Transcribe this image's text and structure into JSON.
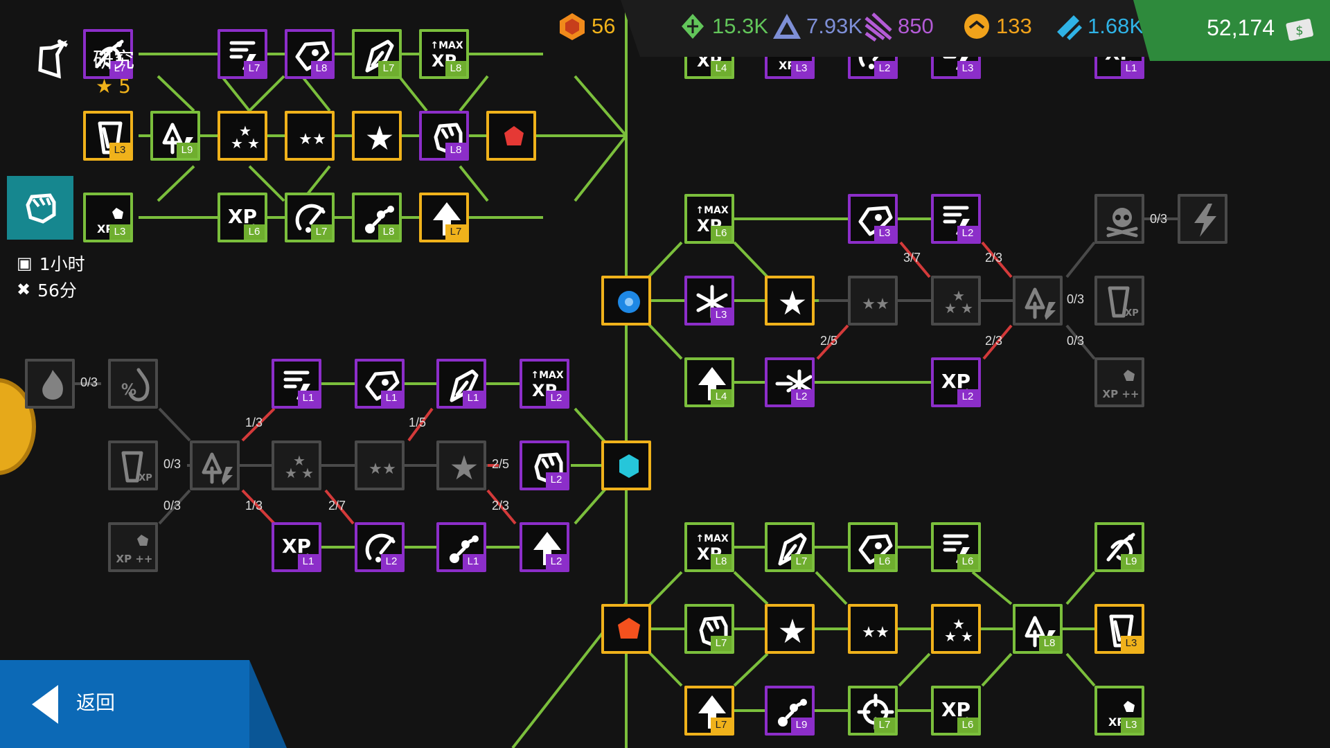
{
  "header": {
    "title": "研究",
    "stars": "5",
    "research_points": "56",
    "resources": [
      {
        "icon": "leaf-resource-icon",
        "value": "15.3K",
        "color": "#62c55a"
      },
      {
        "icon": "triangle-resource-icon",
        "value": "7.93K",
        "color": "#7e8fd6"
      },
      {
        "icon": "stripes-resource-icon",
        "value": "850",
        "color": "#b45bd6"
      },
      {
        "icon": "hand-resource-icon",
        "value": "133",
        "color": "#f0a21b"
      },
      {
        "icon": "crystal-resource-icon",
        "value": "1.68K",
        "color": "#2fb3e6"
      }
    ],
    "cash": "52,174"
  },
  "side": {
    "time1": "1小时",
    "time2": "56分",
    "back_label": "返回"
  },
  "colors": {
    "purple": "#8c2ec9",
    "green": "#7bbf3c",
    "gold": "#f0b21b",
    "locked": "#4a4a4a",
    "line": "#7bbf3c",
    "red": "#d43a3a"
  },
  "tree": {
    "nodes": [
      {
        "id": "a1",
        "icon": "snake-icon",
        "tier": "purple",
        "level": "L7"
      },
      {
        "id": "a2",
        "icon": "list-bolt-icon",
        "tier": "purple",
        "level": "L7"
      },
      {
        "id": "a3",
        "icon": "eye-icon",
        "tier": "purple",
        "level": "L8"
      },
      {
        "id": "a4",
        "icon": "pen-nib-icon",
        "tier": "green",
        "level": "L7"
      },
      {
        "id": "a5",
        "icon": "max-xp-icon",
        "tier": "green",
        "level": "L8"
      },
      {
        "id": "a6",
        "icon": "glass-icon",
        "tier": "gold",
        "level": "L3"
      },
      {
        "id": "a7",
        "icon": "tree-bolt-icon",
        "tier": "green",
        "level": "L9"
      },
      {
        "id": "a8",
        "icon": "three-stars-icon",
        "tier": "gold",
        "level": ""
      },
      {
        "id": "a9",
        "icon": "two-stars-icon",
        "tier": "gold",
        "level": ""
      },
      {
        "id": "a10",
        "icon": "one-star-icon",
        "tier": "gold",
        "level": ""
      },
      {
        "id": "a11",
        "icon": "fist-icon",
        "tier": "purple",
        "level": "L8"
      },
      {
        "id": "a12",
        "icon": "red-gem-icon",
        "tier": "gold",
        "level": ""
      },
      {
        "id": "a13",
        "icon": "xp-gem-icon",
        "tier": "green",
        "level": "L3"
      },
      {
        "id": "a14",
        "icon": "xp-plus-icon",
        "tier": "green",
        "level": "L6"
      },
      {
        "id": "a15",
        "icon": "gauge-icon",
        "tier": "green",
        "level": "L7"
      },
      {
        "id": "a16",
        "icon": "dice-icon",
        "tier": "green",
        "level": "L8"
      },
      {
        "id": "a17",
        "icon": "arrow-up-icon",
        "tier": "gold",
        "level": "L7"
      },
      {
        "id": "b1",
        "icon": "blue-gem-icon",
        "tier": "gold",
        "level": ""
      },
      {
        "id": "b2",
        "icon": "max-xp-icon",
        "tier": "green",
        "level": "L6"
      },
      {
        "id": "b3",
        "icon": "eye-icon",
        "tier": "purple",
        "level": "L3"
      },
      {
        "id": "b4",
        "icon": "list-bolt-icon",
        "tier": "purple",
        "level": "L2"
      },
      {
        "id": "b5",
        "icon": "skull-icon",
        "tier": "locked",
        "level": ""
      },
      {
        "id": "b6",
        "icon": "lightning-icon",
        "tier": "locked",
        "level": ""
      },
      {
        "id": "b7",
        "icon": "snowflake-icon",
        "tier": "purple",
        "level": "L3"
      },
      {
        "id": "b8",
        "icon": "one-star-icon",
        "tier": "gold",
        "level": ""
      },
      {
        "id": "b9",
        "icon": "two-stars-icon",
        "tier": "locked",
        "level": ""
      },
      {
        "id": "b10",
        "icon": "three-stars-icon",
        "tier": "locked",
        "level": ""
      },
      {
        "id": "b11",
        "icon": "tree-bolt-icon",
        "tier": "locked",
        "level": ""
      },
      {
        "id": "b12",
        "icon": "glass-xp-icon",
        "tier": "locked",
        "level": ""
      },
      {
        "id": "b13",
        "icon": "arrow-up-icon",
        "tier": "green",
        "level": "L4"
      },
      {
        "id": "b14",
        "icon": "frost-arrow-icon",
        "tier": "purple",
        "level": "L2"
      },
      {
        "id": "b15",
        "icon": "xp-plus-icon",
        "tier": "purple",
        "level": "L2"
      },
      {
        "id": "b16",
        "icon": "xp-plusplus-icon",
        "tier": "locked",
        "level": ""
      },
      {
        "id": "c1",
        "icon": "flame-icon",
        "tier": "locked",
        "level": ""
      },
      {
        "id": "c2",
        "icon": "flame-percent-icon",
        "tier": "locked",
        "level": ""
      },
      {
        "id": "c3",
        "icon": "list-bolt-icon",
        "tier": "purple",
        "level": "L1"
      },
      {
        "id": "c4",
        "icon": "eye-icon",
        "tier": "purple",
        "level": "L1"
      },
      {
        "id": "c5",
        "icon": "pen-nib-icon",
        "tier": "purple",
        "level": "L1"
      },
      {
        "id": "c6",
        "icon": "max-xp-icon",
        "tier": "purple",
        "level": "L2"
      },
      {
        "id": "c7",
        "icon": "glass-xp-icon",
        "tier": "locked",
        "level": ""
      },
      {
        "id": "c8",
        "icon": "tree-bolt-icon",
        "tier": "locked",
        "level": ""
      },
      {
        "id": "c9",
        "icon": "three-stars-icon",
        "tier": "locked",
        "level": ""
      },
      {
        "id": "c10",
        "icon": "two-stars-icon",
        "tier": "locked",
        "level": ""
      },
      {
        "id": "c11",
        "icon": "one-star-icon",
        "tier": "locked",
        "level": ""
      },
      {
        "id": "c12",
        "icon": "fist-icon",
        "tier": "purple",
        "level": "L2"
      },
      {
        "id": "c13",
        "icon": "teal-gem-icon",
        "tier": "gold",
        "level": ""
      },
      {
        "id": "c14",
        "icon": "xp-plusplus-icon",
        "tier": "locked",
        "level": ""
      },
      {
        "id": "c15",
        "icon": "xp-plus-icon",
        "tier": "purple",
        "level": "L1"
      },
      {
        "id": "c16",
        "icon": "gauge-icon",
        "tier": "purple",
        "level": "L2"
      },
      {
        "id": "c17",
        "icon": "dice-icon",
        "tier": "purple",
        "level": "L1"
      },
      {
        "id": "c18",
        "icon": "arrow-up-icon",
        "tier": "purple",
        "level": "L2"
      },
      {
        "id": "d1",
        "icon": "orange-gem-icon",
        "tier": "gold",
        "level": ""
      },
      {
        "id": "d2",
        "icon": "max-xp-icon",
        "tier": "green",
        "level": "L8"
      },
      {
        "id": "d3",
        "icon": "pen-nib-icon",
        "tier": "green",
        "level": "L7"
      },
      {
        "id": "d4",
        "icon": "eye-icon",
        "tier": "green",
        "level": "L6"
      },
      {
        "id": "d5",
        "icon": "list-bolt-icon",
        "tier": "green",
        "level": "L6"
      },
      {
        "id": "d6",
        "icon": "snake-icon",
        "tier": "green",
        "level": "L9"
      },
      {
        "id": "d7",
        "icon": "fist-icon",
        "tier": "green",
        "level": "L7"
      },
      {
        "id": "d8",
        "icon": "one-star-icon",
        "tier": "gold",
        "level": ""
      },
      {
        "id": "d9",
        "icon": "two-stars-icon",
        "tier": "gold",
        "level": ""
      },
      {
        "id": "d10",
        "icon": "three-stars-icon",
        "tier": "gold",
        "level": ""
      },
      {
        "id": "d11",
        "icon": "tree-bolt-icon",
        "tier": "green",
        "level": "L8"
      },
      {
        "id": "d12",
        "icon": "glass-icon",
        "tier": "gold",
        "level": "L3"
      },
      {
        "id": "d13",
        "icon": "arrow-up-icon",
        "tier": "gold",
        "level": "L7"
      },
      {
        "id": "d14",
        "icon": "dice-icon",
        "tier": "purple",
        "level": "L9"
      },
      {
        "id": "d15",
        "icon": "crosshair-icon",
        "tier": "green",
        "level": "L7"
      },
      {
        "id": "d16",
        "icon": "xp-plus-icon",
        "tier": "green",
        "level": "L6"
      },
      {
        "id": "d17",
        "icon": "xp-gem-icon",
        "tier": "green",
        "level": "L3"
      },
      {
        "id": "t1",
        "icon": "max-xp-icon",
        "tier": "green",
        "level": "L4"
      },
      {
        "id": "t2",
        "icon": "xp-gem-icon",
        "tier": "purple",
        "level": "L3"
      },
      {
        "id": "t3",
        "icon": "gauge-icon",
        "tier": "purple",
        "level": "L2"
      },
      {
        "id": "t4",
        "icon": "list-bolt-icon",
        "tier": "purple",
        "level": "L3"
      },
      {
        "id": "t5",
        "icon": "xp-plus-icon",
        "tier": "purple",
        "level": "L1"
      }
    ],
    "edge_labels": [
      {
        "text": "0/3"
      },
      {
        "text": "3/7"
      },
      {
        "text": "2/3"
      },
      {
        "text": "0/3"
      },
      {
        "text": "2/5"
      },
      {
        "text": "2/3"
      },
      {
        "text": "0/3"
      },
      {
        "text": "0/3"
      },
      {
        "text": "1/3"
      },
      {
        "text": "1/5"
      },
      {
        "text": "0/3"
      },
      {
        "text": "2/5"
      },
      {
        "text": "0/3"
      },
      {
        "text": "1/3"
      },
      {
        "text": "2/7"
      },
      {
        "text": "2/3"
      }
    ]
  }
}
